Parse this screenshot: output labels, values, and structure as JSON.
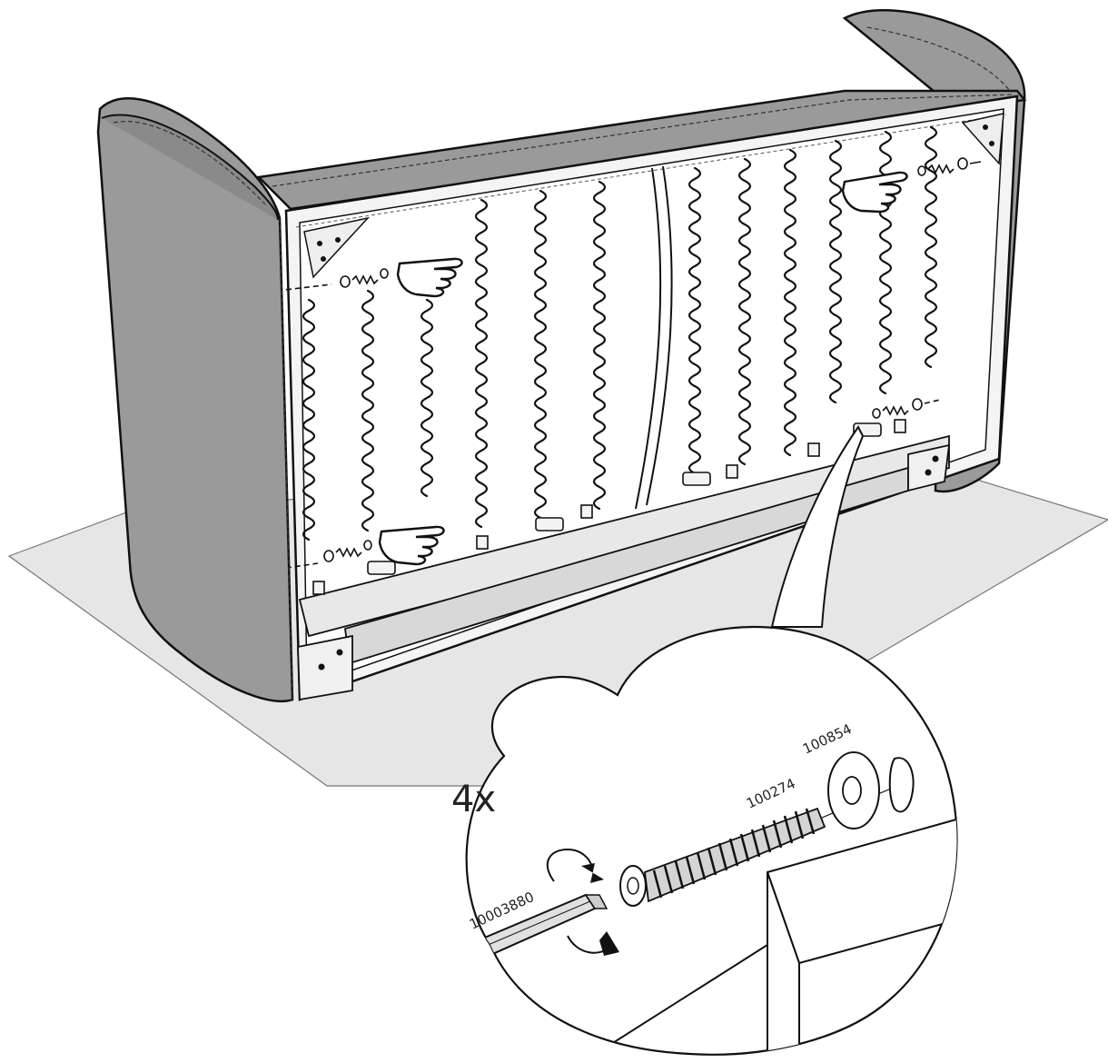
{
  "step": {
    "quantity": "4x"
  },
  "parts": {
    "screwdriver": "10003880",
    "bolt": "100274",
    "washer": "100854"
  },
  "colors": {
    "upholstery": "#9a9a9a",
    "upholstery_dark": "#8a8a8a",
    "floor": "#e6e6e6",
    "frame": "#cfcfcf",
    "line": "#111111"
  },
  "icons": {
    "hand_pointer": "hand-pointer-icon",
    "rotate_arrow": "rotate-arrow-icon"
  }
}
